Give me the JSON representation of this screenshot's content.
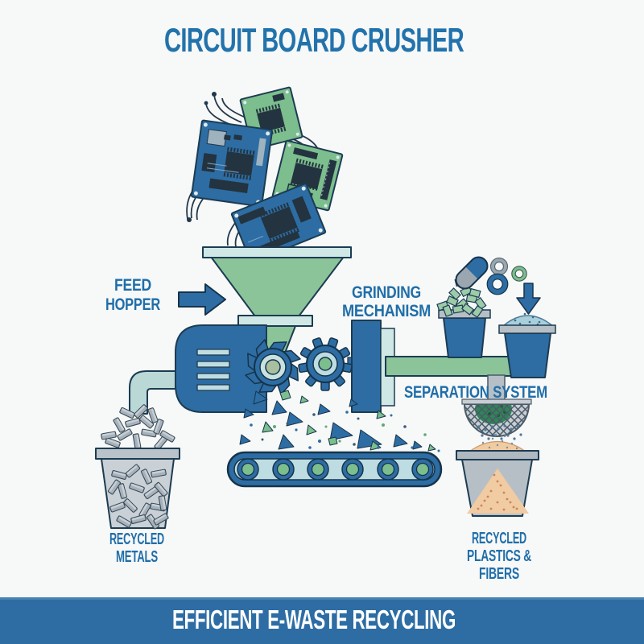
{
  "title": "CIRCUIT BOARD CRUSHER",
  "banner": "EFFICIENT E-WASTE RECYCLING",
  "stages": [
    {
      "id": "feed-hopper",
      "label_lines": [
        "FEED",
        "HOPPER"
      ]
    },
    {
      "id": "grinding-mechanism",
      "label_lines": [
        "GRINDING",
        "MECHANISM"
      ]
    },
    {
      "id": "separation-system",
      "label_lines": [
        "SEPARATION SYSTEM"
      ]
    },
    {
      "id": "recycled-metals",
      "label_lines": [
        "RECYCLED",
        "METALS"
      ]
    },
    {
      "id": "recycled-plastics-fibers",
      "label_lines": [
        "RECYCLED",
        "PLASTICS &",
        "FIBERS"
      ]
    }
  ],
  "icons": {
    "feed_arrow": "arrow-right-icon",
    "drop_arrow": "arrow-down-icon"
  },
  "colors": {
    "title_blue": "#2273AC",
    "label_blue": "#1F6EA9",
    "machine_blue": "#2D6DA4",
    "banner_blue": "#2D6DA4",
    "banner_text": "#FFFFFF",
    "funnel_green": "#8CC49A",
    "board_green": "#7CBE8E",
    "pale_trim": "#CFE8E6",
    "light_blue": "#BEDDE3",
    "metal_gray": "#A6B1BB",
    "bin_gray": "#C9D0D6",
    "tan_fiber": "#F1CBA1",
    "outline": "#1C3C52",
    "background": "#F7F8F8"
  }
}
